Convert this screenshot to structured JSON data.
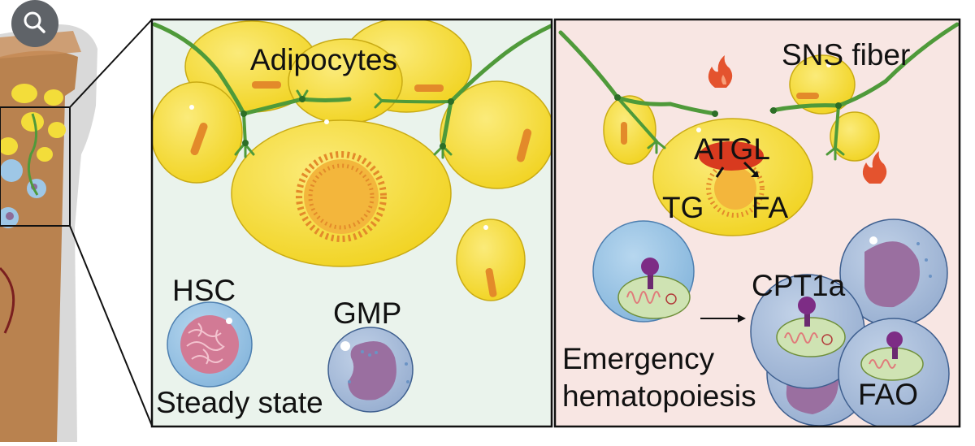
{
  "toolbar": {
    "search_icon": "search-icon"
  },
  "steady_panel": {
    "adipocytes_label": "Adipocytes",
    "hsc_label": "HSC",
    "gmp_label": "GMP",
    "state_label": "Steady state",
    "background": "#eaf3ec"
  },
  "emergency_panel": {
    "sns_label": "SNS fiber",
    "atgl_label": "ATGL",
    "tg_label": "TG",
    "fa_label": "FA",
    "cpt1a_label": "CPT1a",
    "fao_label": "FAO",
    "state_line1": "Emergency",
    "state_line2": "hematopoiesis",
    "background": "#f8e6e3"
  },
  "colors": {
    "adipocyte": "#f6df3a",
    "nerve": "#4f9a3a",
    "cell_blue": "#9ec7e6",
    "nucleus_purple": "#9a6fa0",
    "atgl_red": "#d83a1f",
    "flame": "#e4532e"
  }
}
